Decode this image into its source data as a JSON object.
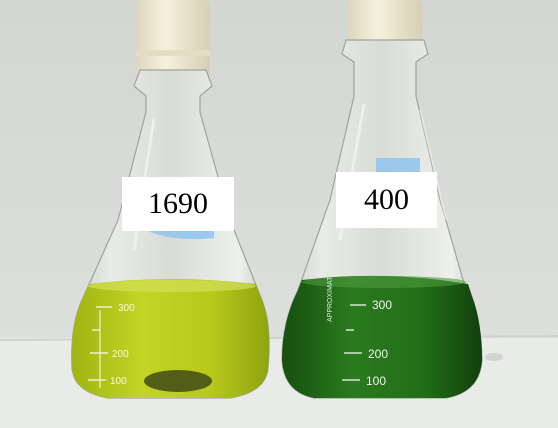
{
  "labels": {
    "left": "1690",
    "right": "400"
  },
  "flasks": {
    "left": {
      "graduations": [
        "300",
        "200",
        "100"
      ],
      "liquid_color": "#b6c81c"
    },
    "right": {
      "graduations": [
        "300",
        "200",
        "100"
      ],
      "liquid_color": "#1e6a16",
      "vertical_text": "APPROXIMATE"
    }
  },
  "colors": {
    "wall": "#d9dcd8",
    "bench": "#e7e9e6",
    "stopper": "#efe8cf"
  }
}
